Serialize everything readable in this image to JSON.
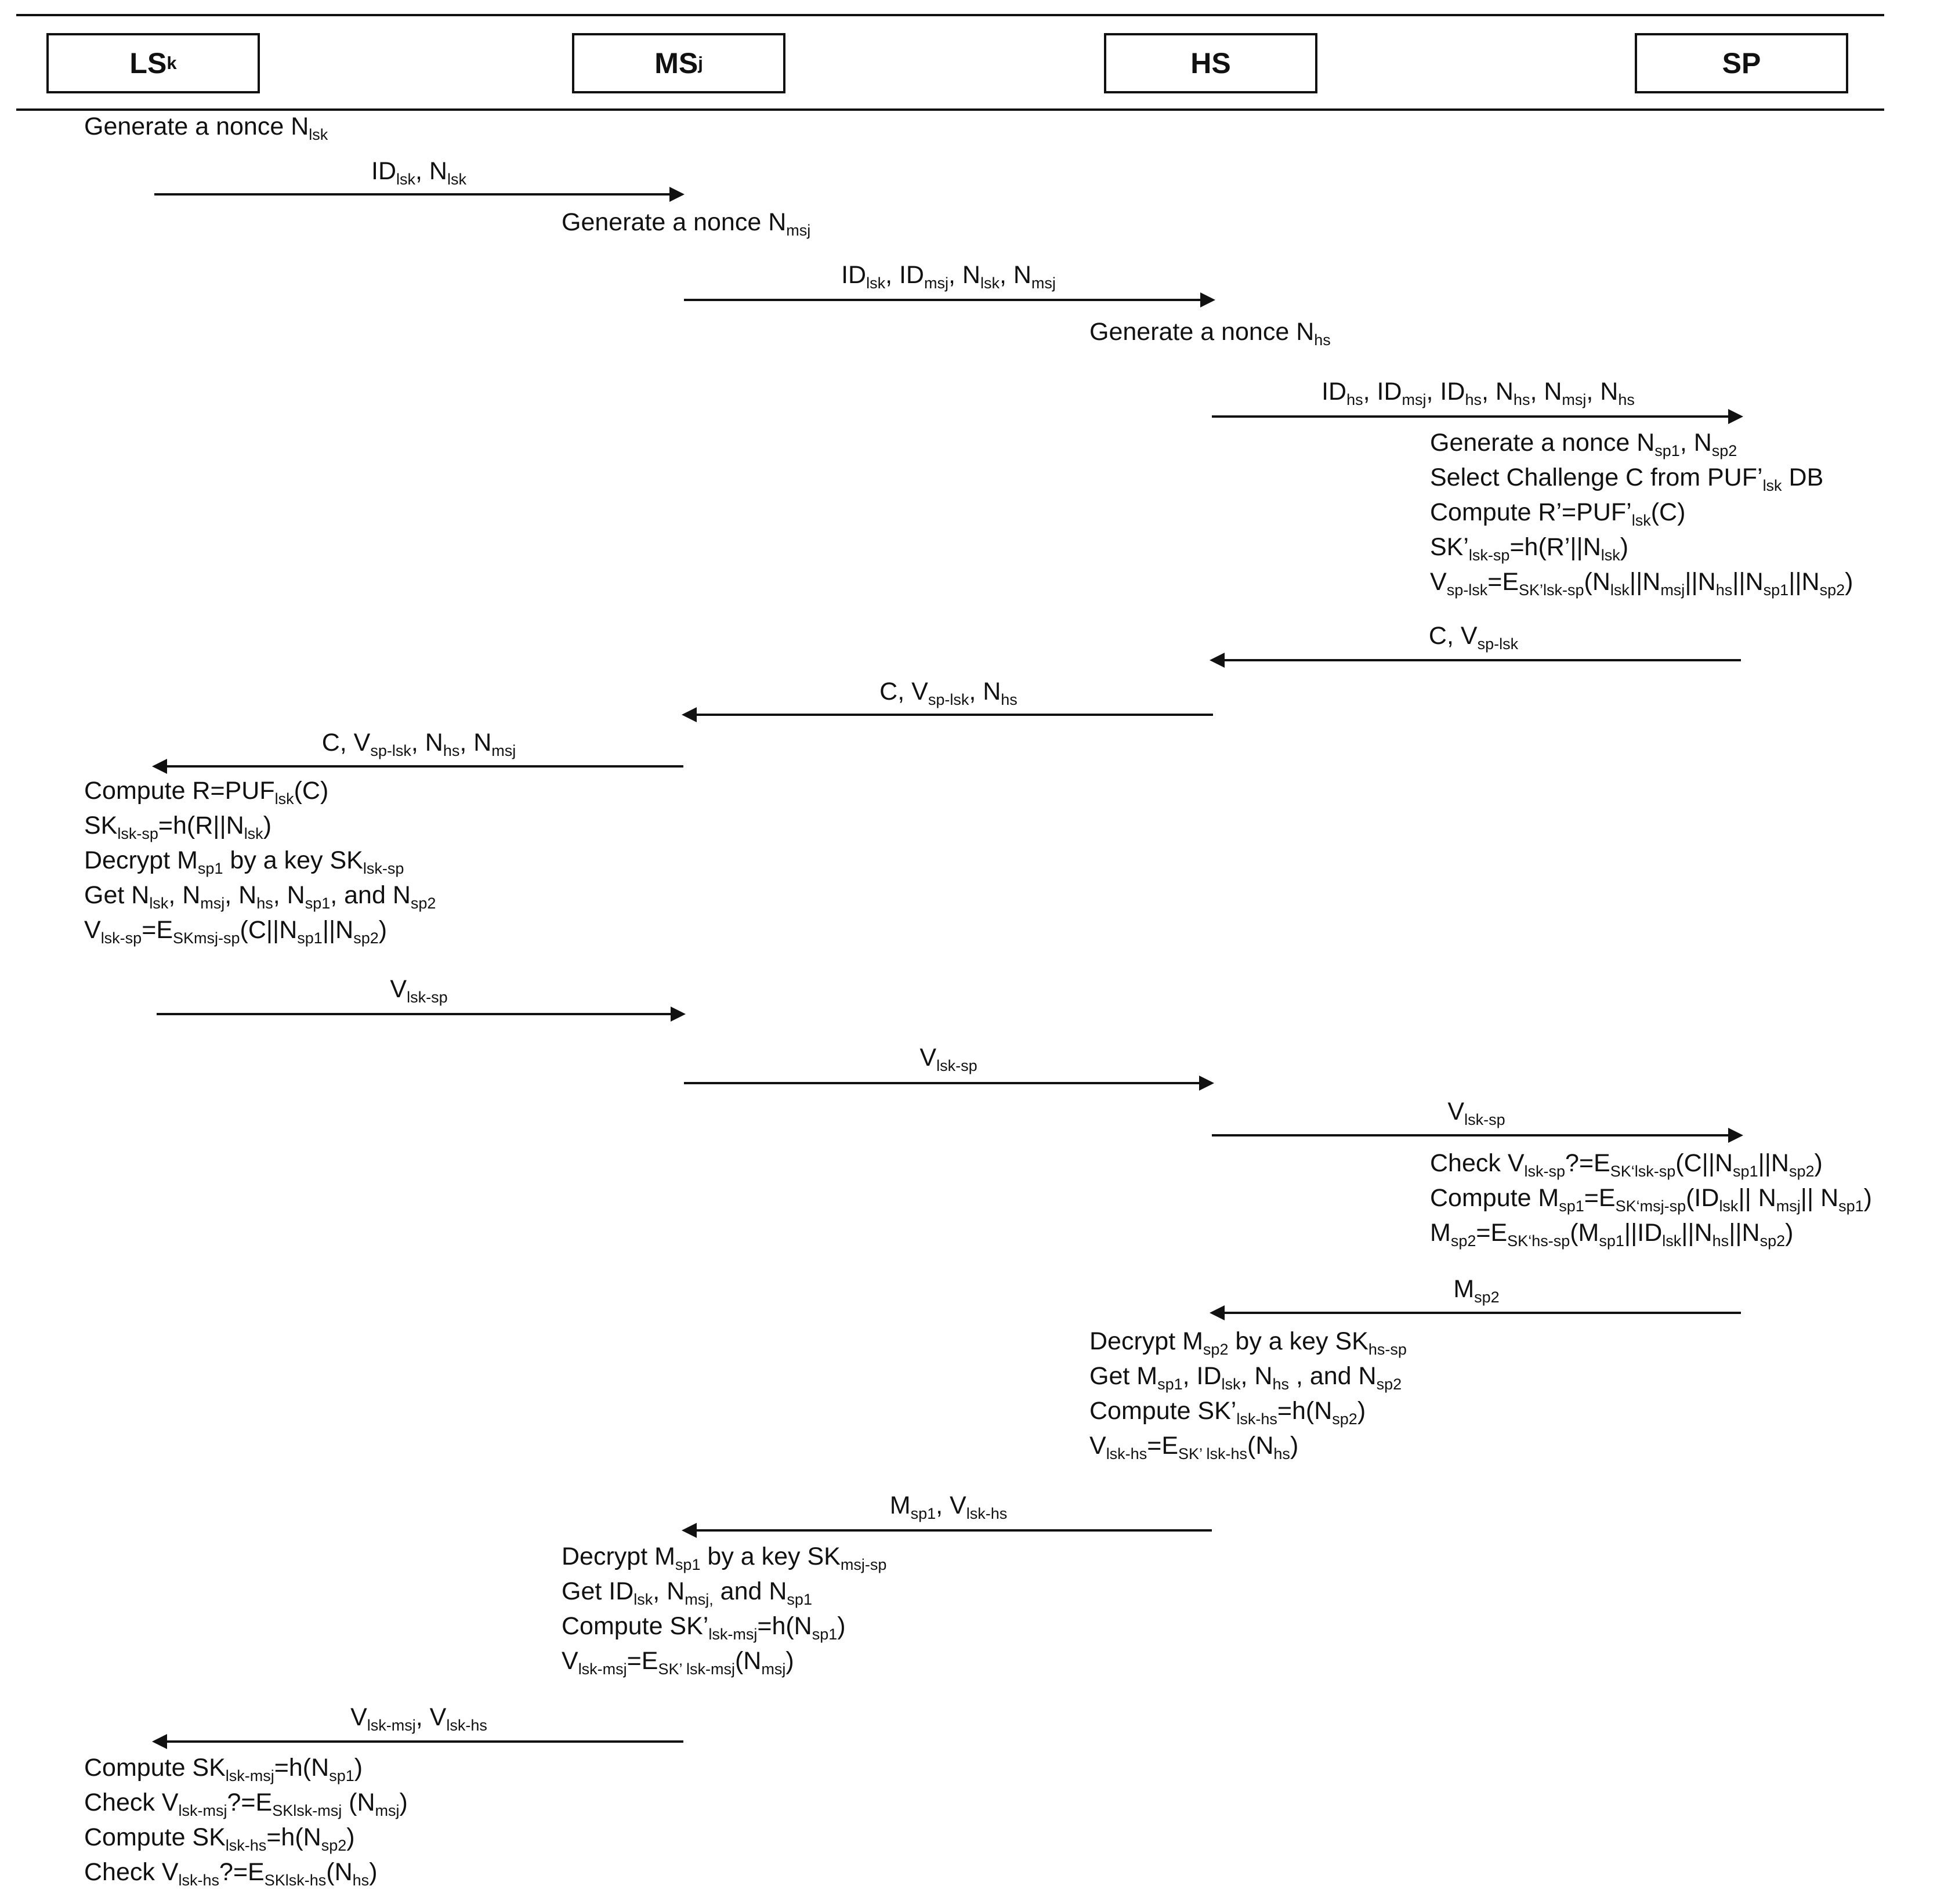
{
  "entities": [
    {
      "main": "LS",
      "sub": "k"
    },
    {
      "main": "MS",
      "sub": "j"
    },
    {
      "main": "HS",
      "sub": ""
    },
    {
      "main": "SP",
      "sub": ""
    }
  ],
  "blocks": [
    {
      "id": "b1",
      "lines": [
        "Generate a nonce N_{lsk}"
      ]
    },
    {
      "id": "b2",
      "lines": [
        "Generate a nonce N_{msj}"
      ]
    },
    {
      "id": "b3",
      "lines": [
        "Generate a nonce N_{hs}"
      ]
    },
    {
      "id": "b4",
      "lines": [
        "Generate a nonce N_{sp1}, N_{sp2}",
        "Select Challenge C from PUF’_{lsk} DB",
        "Compute R’=PUF’_{lsk}(C)",
        "SK’_{lsk-sp}=h(R’||N_{lsk})",
        "V_{sp-lsk}=E_{SK’lsk-sp}(N_{lsk}||N_{msj}||N_{hs}||N_{sp1}||N_{sp2})"
      ]
    },
    {
      "id": "b5",
      "lines": [
        "Compute R=PUF_{lsk}(C)",
        "SK_{lsk-sp}=h(R||N_{lsk})",
        "Decrypt M_{sp1} by a key SK_{lsk-sp}",
        "Get N_{lsk}, N_{msj}, N_{hs}, N_{sp1}, and N_{sp2}",
        "V_{lsk-sp}=E_{SKmsj-sp}(C||N_{sp1}||N_{sp2})"
      ]
    },
    {
      "id": "b6",
      "lines": [
        "Check V_{lsk-sp}?=E_{SK‘lsk-sp}(C||N_{sp1}||N_{sp2})",
        "Compute M_{sp1}=E_{SK‘msj-sp}(ID_{lsk}|| N_{msj}|| N_{sp1})",
        "M_{sp2}=E_{SK‘hs-sp}(M_{sp1}||ID_{lsk}||N_{hs}||N_{sp2})"
      ]
    },
    {
      "id": "b7",
      "lines": [
        "Decrypt M_{sp2} by a key SK_{hs-sp}",
        "Get M_{sp1}, ID_{lsk}, N_{hs} , and N_{sp2}",
        "Compute  SK’_{lsk-hs}=h(N_{sp2})",
        "V_{lsk-hs}=E_{SK’ lsk-hs}(N_{hs})"
      ]
    },
    {
      "id": "b8",
      "lines": [
        "Decrypt M_{sp1} by a key SK_{msj-sp}",
        "Get ID_{lsk}, N_{msj,} and N_{sp1}",
        "Compute  SK’_{lsk-msj}=h(N_{sp1})",
        "V_{lsk-msj}=E_{SK’ lsk-msj}(N_{msj})"
      ]
    },
    {
      "id": "b9",
      "lines": [
        "Compute SK_{lsk-msj}=h(N_{sp1})",
        "Check V_{lsk-msj}?=E_{SKlsk-msj} (N_{msj})",
        "Compute SK_{lsk-hs}=h(N_{sp2})",
        "Check V_{lsk-hs}?=E_{SKlsk-hs}(N_{hs})"
      ]
    }
  ],
  "messages": [
    {
      "id": "m1",
      "label": "ID_{lsk}, N_{lsk}"
    },
    {
      "id": "m2",
      "label": "ID_{lsk}, ID_{msj}, N_{lsk}, N_{msj}"
    },
    {
      "id": "m3",
      "label": "ID_{hs}, ID_{msj}, ID_{hs}, N_{hs}, N_{msj}, N_{hs}"
    },
    {
      "id": "m4",
      "label": "C, V_{sp-lsk}"
    },
    {
      "id": "m5",
      "label": "C, V_{sp-lsk}, N_{hs}"
    },
    {
      "id": "m6",
      "label": "C, V_{sp-lsk}, N_{hs}, N_{msj}"
    },
    {
      "id": "m7",
      "label": "V_{lsk-sp}"
    },
    {
      "id": "m8",
      "label": "V_{lsk-sp}"
    },
    {
      "id": "m9",
      "label": "V_{lsk-sp}"
    },
    {
      "id": "m10",
      "label": "M_{sp2}"
    },
    {
      "id": "m11",
      "label": "M_{sp1}, V_{lsk-hs}"
    },
    {
      "id": "m12",
      "label": "V_{lsk-msj}, V_{lsk-hs}"
    }
  ]
}
